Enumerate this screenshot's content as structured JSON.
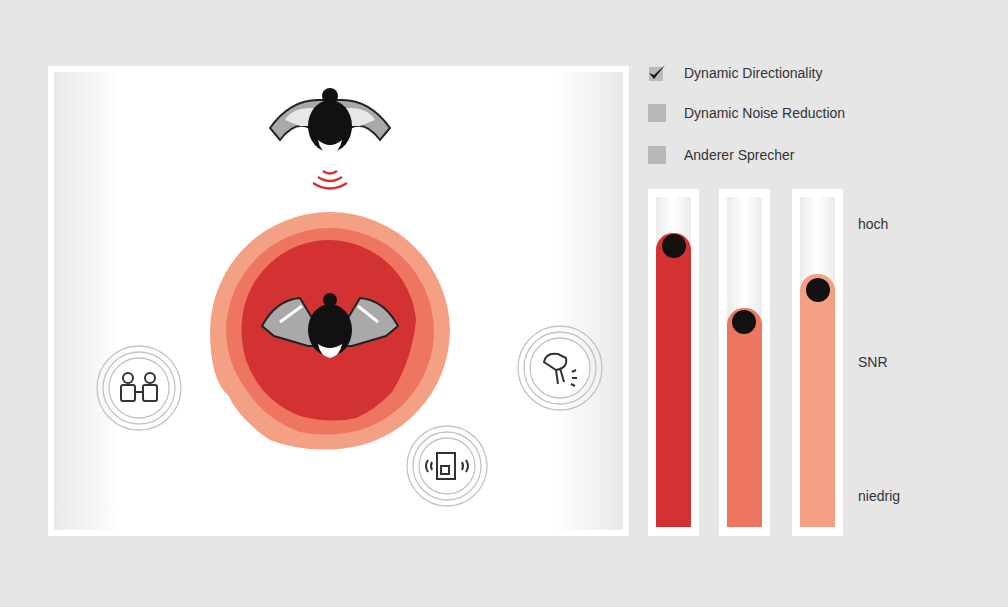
{
  "diagram": {
    "labels": [
      "hoch",
      "SNR",
      "niedrig"
    ],
    "legend": [
      {
        "text": "Dynamic Directionality"
      },
      {
        "text": "Dynamic Noise Reduction",
        "color": "#b9b9bb"
      },
      {
        "text": "Anderer Sprecher",
        "color": "#b9b9bb"
      }
    ]
  }
}
